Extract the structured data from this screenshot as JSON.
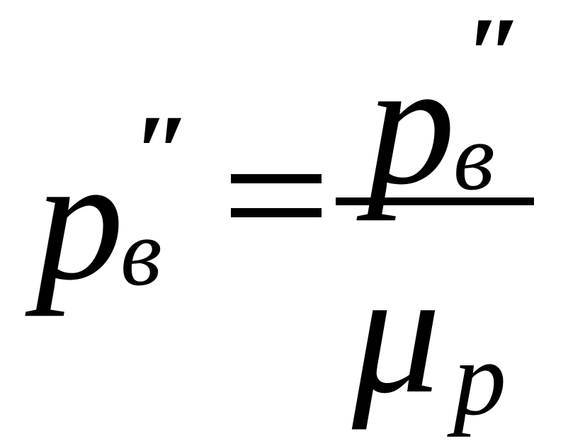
{
  "formula": {
    "lhs": {
      "symbol": "p",
      "subscript": "в",
      "superscript": "″"
    },
    "operator": "=",
    "rhs": {
      "numerator": {
        "symbol": "p",
        "subscript": "в",
        "superscript": "″"
      },
      "denominator": {
        "symbol": "μ",
        "subscript": "p"
      }
    }
  }
}
